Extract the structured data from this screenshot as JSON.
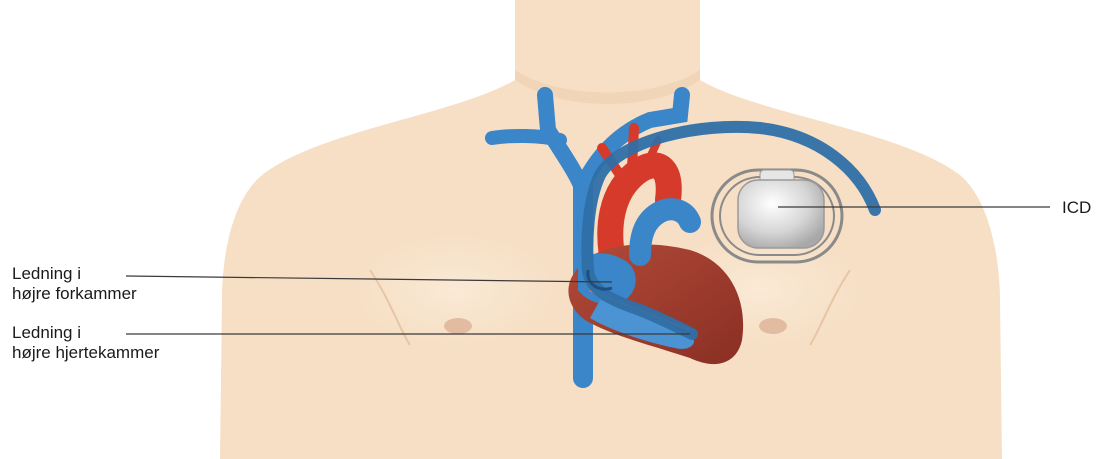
{
  "labels": {
    "icd": "ICD",
    "right_atrium_lead": {
      "line1": "Ledning i",
      "line2": "højre forkammer"
    },
    "right_ventricle_lead": {
      "line1": "Ledning i",
      "line2": "højre hjertekammer"
    }
  },
  "colors": {
    "skin": "#f6dfc5",
    "vein": "#3a86c8",
    "artery": "#d63a2a",
    "heart": "#9b3a2c",
    "device": "#d9d9d9"
  }
}
